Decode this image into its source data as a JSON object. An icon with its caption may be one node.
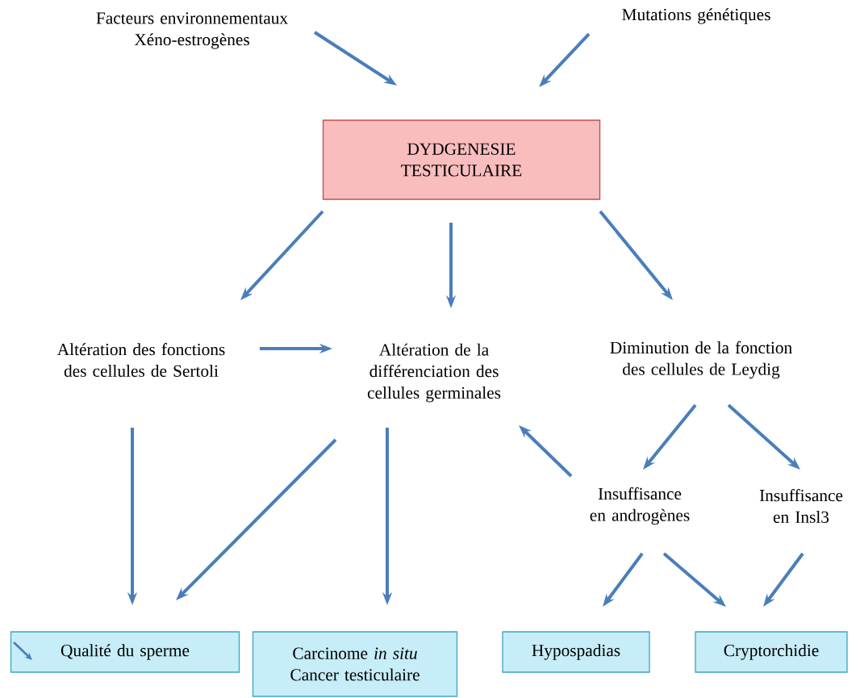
{
  "diagram": {
    "nodes": [
      {
        "text": [
          "Facteurs environnementaux Xéno-estrogènes"
        ]
      },
      {
        "text": [
          "Mutations génétiques"
        ]
      },
      {
        "text": [
          "DYDGENESIE TESTICULAIRE"
        ]
      },
      {
        "text": [
          "Altération des fonctions des cellules de Sertoli"
        ]
      },
      {
        "text": [
          "Altération de la différenciation des cellules germinales"
        ]
      },
      {
        "text": [
          "Diminution de la fonction des cellules de Leydig"
        ]
      },
      {
        "text": [
          "Insuffisance en androgènes"
        ]
      },
      {
        "text": [
          "Insuffisance en Insl3"
        ]
      },
      {
        "text": [
          "Qualité du sperme"
        ]
      },
      {
        "text": [
          "Carcinome *in situ* Cancer testiculaire"
        ]
      },
      {
        "text": [
          "Hypospadias"
        ]
      },
      {
        "text": [
          "Cryptorchidie"
        ]
      }
    ],
    "edges": [
      {
        "from": 0,
        "to": 2,
        "arrow": "to"
      },
      {
        "from": 1,
        "to": 2,
        "arrow": "to"
      },
      {
        "from": 2,
        "to": 3,
        "arrow": "to"
      },
      {
        "from": 2,
        "to": 4,
        "arrow": "to"
      },
      {
        "from": 2,
        "to": 5,
        "arrow": "to"
      },
      {
        "from": 3,
        "to": 4,
        "arrow": "to"
      },
      {
        "from": 3,
        "to": 8,
        "arrow": "to"
      },
      {
        "from": 4,
        "to": 8,
        "arrow": "to"
      },
      {
        "from": 4,
        "to": 9,
        "arrow": "to"
      },
      {
        "from": 5,
        "to": 6,
        "arrow": "to"
      },
      {
        "from": 5,
        "to": 7,
        "arrow": "to"
      },
      {
        "from": 6,
        "to": 4,
        "arrow": "to"
      },
      {
        "from": 6,
        "to": 10,
        "arrow": "to"
      },
      {
        "from": 6,
        "to": 11,
        "arrow": "to"
      },
      {
        "from": 7,
        "to": 11,
        "arrow": "to"
      }
    ]
  }
}
